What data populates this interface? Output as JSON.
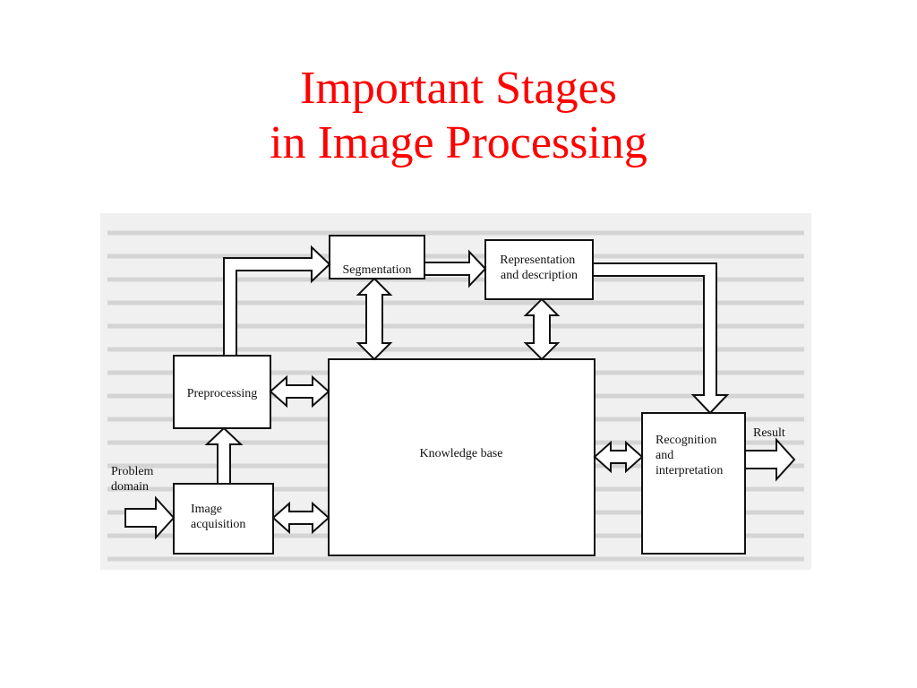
{
  "slide": {
    "title_line1": "Important Stages",
    "title_line2": "in Image Processing",
    "title_color": "#ff0000"
  },
  "diagram": {
    "background_color": "#f0f0f0",
    "stroke_color": "#111111",
    "nodes": {
      "segmentation": {
        "label": [
          "Segmentation"
        ]
      },
      "representation": {
        "label": [
          "Representation",
          "and description"
        ]
      },
      "preprocessing": {
        "label": [
          "Preprocessing"
        ]
      },
      "knowledge_base": {
        "label": [
          "Knowledge base"
        ]
      },
      "recognition": {
        "label": [
          "Recognition",
          "and",
          "interpretation"
        ]
      },
      "acquisition": {
        "label": [
          "Image",
          "acquisition"
        ]
      }
    },
    "external_labels": {
      "problem_domain": [
        "Problem",
        "domain"
      ],
      "result": [
        "Result"
      ]
    }
  }
}
